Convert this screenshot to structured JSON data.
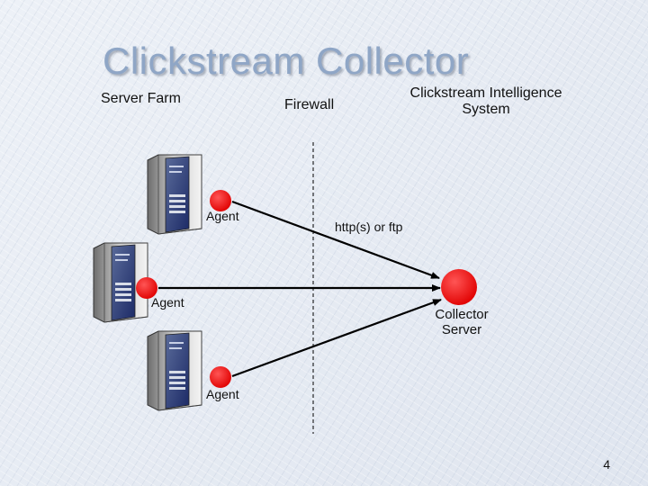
{
  "slide": {
    "title": "Clickstream Collector",
    "page_number": "4"
  },
  "labels": {
    "server_farm": "Server Farm",
    "firewall": "Firewall",
    "clickstream_system_line1": "Clickstream Intelligence",
    "clickstream_system_line2": "System",
    "protocol": "http(s) or ftp",
    "collector_line1": "Collector",
    "collector_line2": "Server"
  },
  "agents": [
    {
      "label": "Agent"
    },
    {
      "label": "Agent"
    },
    {
      "label": "Agent"
    }
  ],
  "colors": {
    "title": "#8fa6c6",
    "agent_node": "#ff0000",
    "collector_node": "#ff0000",
    "arrow": "#000000",
    "firewall_line": "#000000"
  }
}
